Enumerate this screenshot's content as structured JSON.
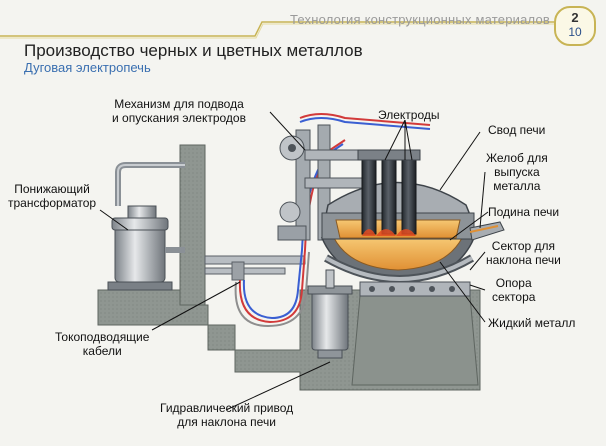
{
  "header": {
    "title": "Технология конструкционных материалов",
    "page": "2",
    "slide": "10"
  },
  "title": "Производство черных и цветных металлов",
  "subtitle": "Дуговая электропечь",
  "labels": {
    "mechanism_1": "Механизм для подвода",
    "mechanism_2": "и опускания электродов",
    "electrodes": "Электроды",
    "roof": "Свод печи",
    "spout_1": "Желоб для",
    "spout_2": "выпуска",
    "spout_3": "металла",
    "hearth": "Подина печи",
    "sector_1": "Сектор для",
    "sector_2": "наклона печи",
    "support_1": "Опора",
    "support_2": "сектора",
    "liquid_metal": "Жидкий металл",
    "transformer_1": "Понижающий",
    "transformer_2": "трансформатор",
    "cables_1": "Токоподводящие",
    "cables_2": "кабели",
    "hydraulic_1": "Гидравлический привод",
    "hydraulic_2": "для наклона печи"
  },
  "colors": {
    "concrete": "#8e9590",
    "metal": "#9da3a8",
    "electrode": "#3a3f45",
    "slag": "#e8a64a",
    "flame": "#e24a1f",
    "cable_red": "#d23a3a",
    "cable_blue": "#3a5fd2",
    "badge_border": "#c8b455",
    "subtitle": "#3a6fb0"
  }
}
